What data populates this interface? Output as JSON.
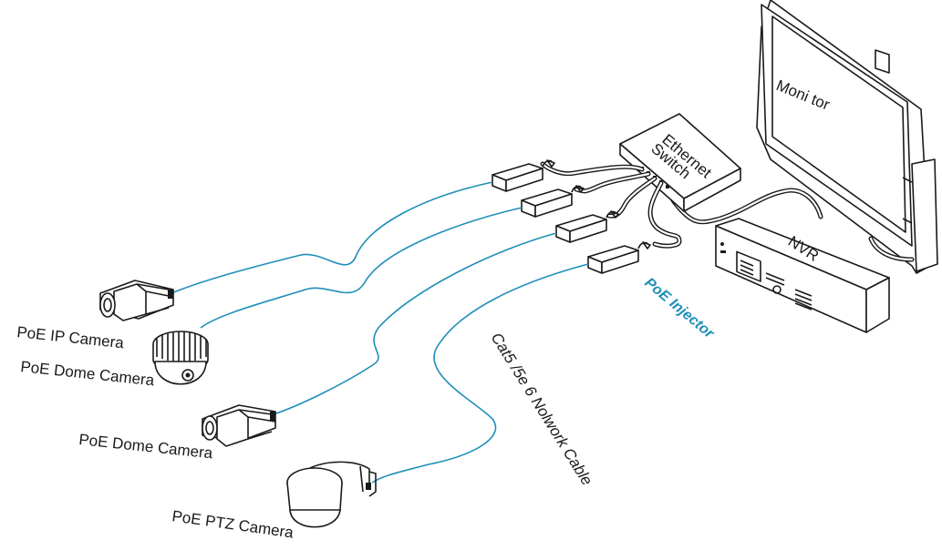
{
  "labels": {
    "monitor": "Moni tor",
    "switch_line1": "Ethernet",
    "switch_line2": "Switch",
    "nvr": "NVR",
    "poe_injector": "PoE Injector",
    "cable": "Cat5 /5e 6 Nolwork Cable",
    "cam1": "PoE IP Camera",
    "cam2": "PoE Dome Camera",
    "cam3": "PoE Dome Camera",
    "cam4": "PoE PTZ Camera"
  },
  "colors": {
    "cable_blue": "#1f8fb8",
    "injector_label": "#1f8fb8",
    "line": "#1a1a1a"
  }
}
